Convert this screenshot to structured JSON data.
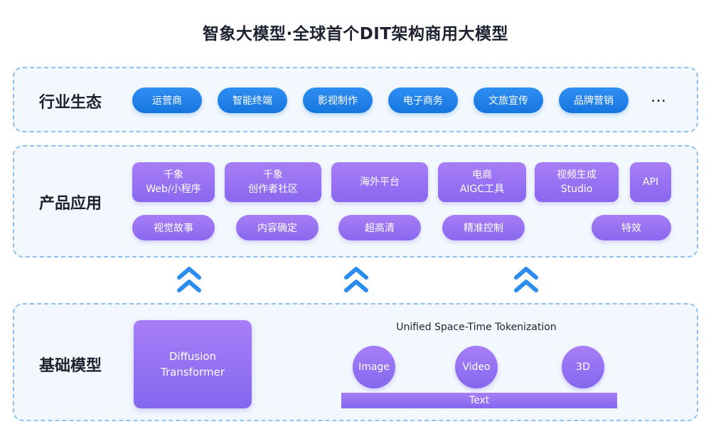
{
  "title": "智象大模型·全球首个DIT架构商用大模型",
  "colors": {
    "blue_pill": "#1e80e8",
    "purple": "#9a74f3",
    "panel_border": "#8ec0f0",
    "panel_bg": "#f2f8fe",
    "chevron": "#2d8cf0"
  },
  "industry": {
    "label": "行业生态",
    "items": [
      "运营商",
      "智能终端",
      "影视制作",
      "电子商务",
      "文旅宣传",
      "品牌营销"
    ],
    "more": "…"
  },
  "products": {
    "label": "产品应用",
    "row1": [
      {
        "line1": "千象",
        "line2": "Web/小程序"
      },
      {
        "line1": "千象",
        "line2": "创作者社区"
      },
      {
        "line1": "海外平台",
        "line2": ""
      },
      {
        "line1": "电商",
        "line2": "AIGC工具"
      },
      {
        "line1": "视频生成",
        "line2": "Studio"
      },
      {
        "line1": "API",
        "line2": ""
      }
    ],
    "row2": [
      "视觉故事",
      "内容确定",
      "超高清",
      "精准控制",
      "特效"
    ]
  },
  "arrows": {
    "icon": "double-chevron-up-icon"
  },
  "base": {
    "label": "基础模型",
    "diffusion": {
      "line1": "Diffusion",
      "line2": "Transformer"
    },
    "tokenization_title": "Unified Space-Time Tokenization",
    "modalities": [
      "Image",
      "Video",
      "3D"
    ],
    "text_bar": "Text"
  }
}
